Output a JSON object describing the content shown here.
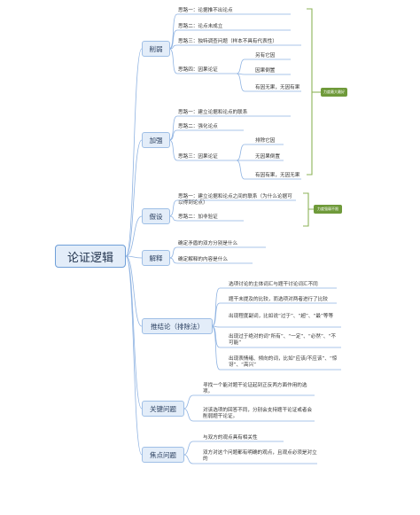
{
  "root": "论证逻辑",
  "branches": {
    "weaken": {
      "label": "削弱",
      "idea1": "思路一：论据推不出论点",
      "idea2": "思路二：论点未成立",
      "idea3": "思路三：独特调查问题（样本不具有代表性）",
      "idea4": "思路四：因果论证",
      "cause1": "另有它因",
      "cause2": "因果倒置",
      "cause3": "有因无果，无因有果",
      "tag": "力度最大最好"
    },
    "strengthen": {
      "label": "加强",
      "idea1": "思路一：建立论据和论点的联系",
      "idea2": "思路二：强化论点",
      "idea3": "思路三：因果论证",
      "cause1": "排除它因",
      "cause2": "无因果倒置",
      "cause3": "有因有果，无因无果"
    },
    "assume": {
      "label": "假设",
      "idea1": "思路一：建立论据和论点之间的联系（为什么论据可以得到论点）",
      "idea2": "思路二：加非验证",
      "tag": "力度强弱不限"
    },
    "explain": {
      "label": "解释",
      "item1": "确定矛盾的双方分别是什么",
      "item2": "确定解释的内容是什么"
    },
    "infer": {
      "label": "推结论（排除法）",
      "item1": "选项讨论的主体词汇与题干讨论词汇不同",
      "item2": "题干未提及的比较，而选项对两者进行了比较",
      "item3": "出现程度副词，比如说“过于”、“超”、“最”等等",
      "item4": "出现过于绝对的词“所有”、“一定”、“必然”、“不可能”",
      "item5": "出现表情绪、倾向的词，比如“应该/不应该”、“惊讶”、“高兴”"
    },
    "key": {
      "label": "关键问题",
      "item1": "寻找一个能对题干论证起到正反两方面作用的选项。",
      "item2": "对该选项的回答不同，分别会支持题干论证或者会削弱题干论证。"
    },
    "focus": {
      "label": "焦点问题",
      "item1": "与双方的观点具有相关性",
      "item2": "双方对这个问题都有明确的观点，且观点必须是对立的"
    }
  },
  "colors": {
    "line": "#8fb3e2",
    "bracket": "#8db358",
    "tag": "#6f9a3a",
    "box_fill": "#e3edf9",
    "box_border": "#9fbfe6"
  }
}
